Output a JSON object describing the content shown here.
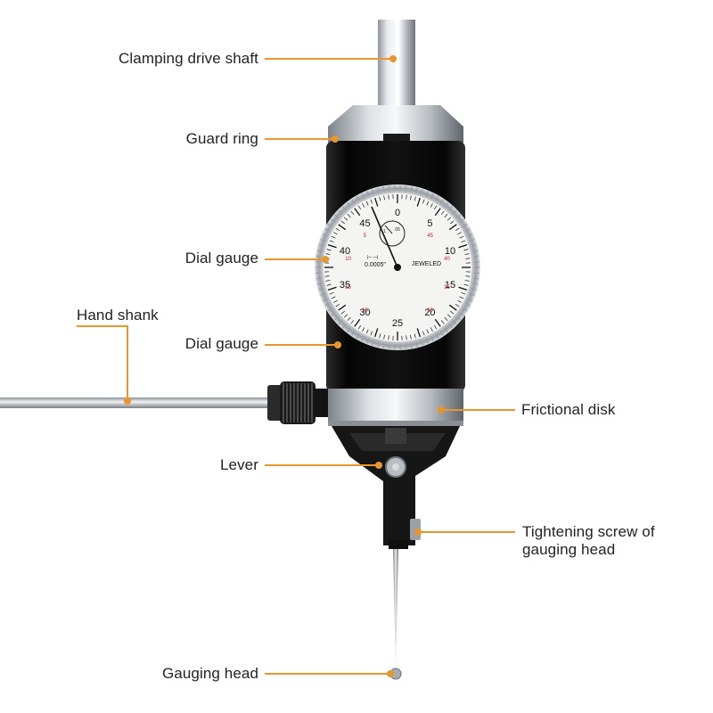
{
  "colors": {
    "leader": "#e8962e",
    "body": "#0d0d0d",
    "steel": "#c8ccd0",
    "dial_face": "#f4f4f2",
    "dial_red": "#b02a2a"
  },
  "labels": {
    "clamping_drive_shaft": "Clamping drive shaft",
    "guard_ring": "Guard ring",
    "dial_gauge_1": "Dial gauge",
    "hand_shank": "Hand shank",
    "dial_gauge_2": "Dial gauge",
    "frictional_disk": "Frictional disk",
    "lever": "Lever",
    "tightening_screw_line1": "Tightening screw of",
    "tightening_screw_line2": "gauging head",
    "gauging_head": "Gauging head"
  },
  "dial": {
    "outer_numbers": [
      "0",
      "5",
      "10",
      "15",
      "20",
      "25",
      "30",
      "35",
      "40",
      "45"
    ],
    "inner_red_numbers": [
      "45",
      "40",
      "35",
      "30",
      "20",
      "15",
      "10",
      "5"
    ],
    "resolution": "0.0005\"",
    "brand_text": "JEWELED",
    "sub_dial_numbers": [
      "1",
      ".05"
    ]
  }
}
